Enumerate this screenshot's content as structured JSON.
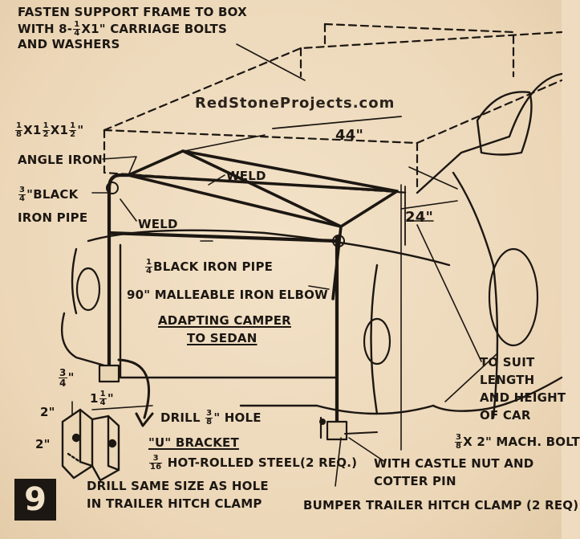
{
  "watermark": "RedStoneProjects.com",
  "figure_number": "9",
  "labels": {
    "fasten": [
      "FASTEN SUPPORT FRAME TO BOX",
      "AND WASHERS"
    ],
    "fasten_bolts_a": "WITH 8-",
    "fasten_bolts_b": "X1\" CARRIAGE BOLTS",
    "angle_iron": "ANGLE IRON",
    "angle_iron_dims": "X1  X1",
    "black_pipe_large_a": "BLACK",
    "black_pipe_large_b": "IRON PIPE",
    "weld_1": "WELD",
    "weld_2": "WELD",
    "width_44": "44\"",
    "depth_24": "24\"",
    "black_pipe_small": "BLACK IRON PIPE",
    "elbow": "90\" MALLEABLE IRON ELBOW",
    "adapting": [
      "ADAPTING CAMPER",
      "TO SEDAN"
    ],
    "suit": [
      "TO SUIT",
      "LENGTH",
      "AND HEIGHT",
      "OF CAR"
    ],
    "dim_three_quarter": "\"",
    "dim_one_quarter": "1  \"",
    "dim_2_top": "2\"",
    "dim_2_side": "2\"",
    "drill_hole_a": "DRILL",
    "drill_hole_b": "\" HOLE",
    "u_bracket": "\"U\" BRACKET",
    "steel": "HOT-ROLLED STEEL(2 REQ.)",
    "drill_same": [
      "DRILL SAME SIZE AS HOLE",
      "IN TRAILER HITCH CLAMP"
    ],
    "mach_bolt": "X 2\" MACH. BOLT",
    "castle_nut": [
      "WITH CASTLE NUT AND",
      "COTTER PIN"
    ],
    "bumper_clamp": "BUMPER TRAILER HITCH CLAMP (2 REQ)"
  }
}
